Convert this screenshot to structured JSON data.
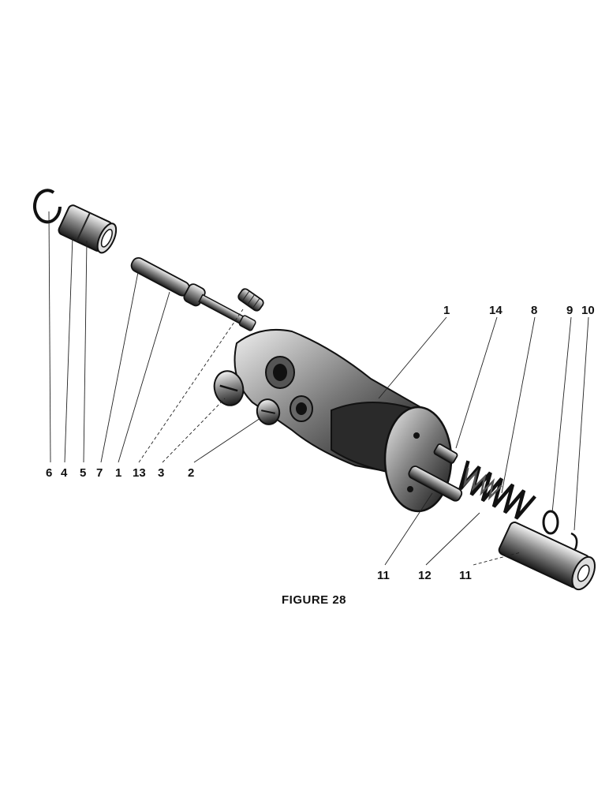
{
  "figure": {
    "caption": "FIGURE 28"
  },
  "callouts": {
    "c6": "6",
    "c4": "4",
    "c7": "7",
    "c5": "5",
    "c1_left": "1",
    "c13": "13",
    "c3": "3",
    "c2": "2",
    "c1_top": "1",
    "c14": "14",
    "c8": "8",
    "c9": "9",
    "c10": "10",
    "c11_a": "11",
    "c12": "12",
    "c11_b": "11"
  }
}
